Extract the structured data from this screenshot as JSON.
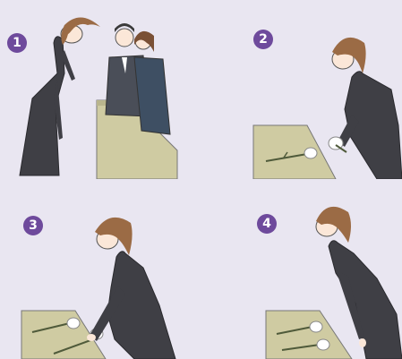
{
  "steps": [
    {
      "number": "1"
    },
    {
      "number": "2"
    },
    {
      "number": "3"
    },
    {
      "number": "4"
    }
  ],
  "colors": {
    "background": "#e9e6f1",
    "badge": "#6e4a9c",
    "dress": "#3f3f45",
    "hair": "#9b6b45",
    "skin": "#fbe7d8",
    "altar": "#cfcba2",
    "altar_shadow": "#b9b58d",
    "flower_stem": "#4f5a3a"
  },
  "icons": [
    "woman-bowing-illustration",
    "mourning-couple-illustration",
    "altar-table-illustration",
    "white-carnation-icon"
  ]
}
